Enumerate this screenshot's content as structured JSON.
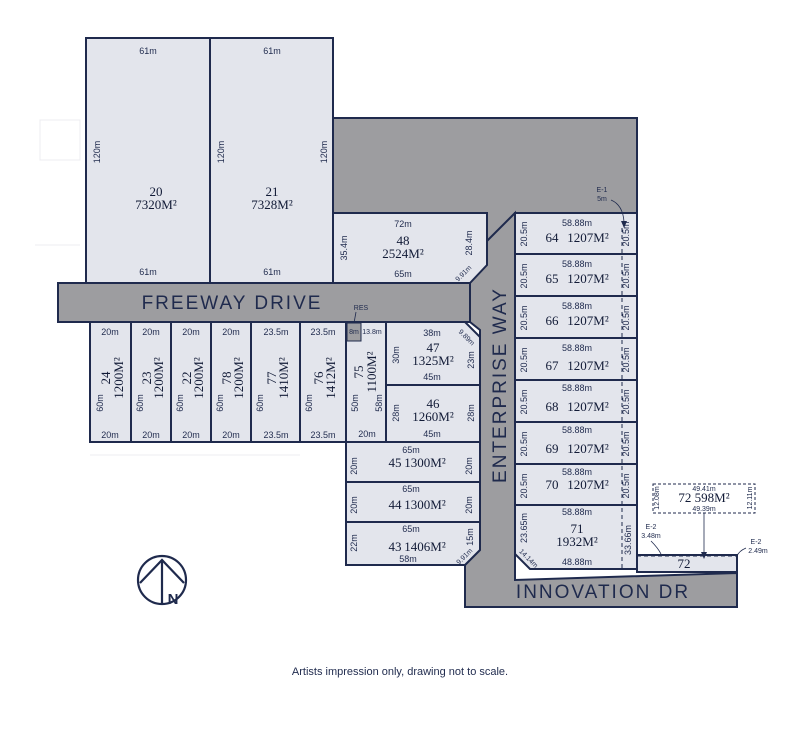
{
  "roads": {
    "freeway": "FREEWAY DRIVE",
    "enterprise": "ENTERPRISE WAY",
    "innovation": "INNOVATION DR"
  },
  "res_label": "RES",
  "north_label": "N",
  "disclaimer": "Artists impression only, drawing not to scale.",
  "lots": {
    "l20": {
      "num": "20",
      "area": "7320M²",
      "top": "61m",
      "bottom": "61m",
      "side": "120m"
    },
    "l21": {
      "num": "21",
      "area": "7328M²",
      "top": "61m",
      "bottom": "61m",
      "left": "120m",
      "right": "120m"
    },
    "l48": {
      "num": "48",
      "area": "2524M²",
      "top": "72m",
      "bottom": "65m",
      "left": "35.4m",
      "right": "28.4m",
      "corner": "9.91m"
    },
    "l24": {
      "num": "24",
      "area": "1200M²",
      "top": "20m",
      "bottom": "20m",
      "side": "60m"
    },
    "l23": {
      "num": "23",
      "area": "1200M²",
      "top": "20m",
      "bottom": "20m",
      "side": "60m"
    },
    "l22": {
      "num": "22",
      "area": "1200M²",
      "top": "20m",
      "bottom": "20m",
      "side": "60m"
    },
    "l78": {
      "num": "78",
      "area": "1200M²",
      "top": "20m",
      "bottom": "20m",
      "side": "60m"
    },
    "l77": {
      "num": "77",
      "area": "1410M²",
      "top": "23.5m",
      "bottom": "23.5m",
      "side": "60m"
    },
    "l76": {
      "num": "76",
      "area": "1412M²",
      "top": "23.5m",
      "bottom": "23.5m",
      "side": "60m"
    },
    "l75": {
      "num": "75",
      "area": "1100M²",
      "top": "13.8m",
      "bottom": "20m",
      "left": "50m",
      "right": "58m",
      "res_dim": "8m"
    },
    "l47": {
      "num": "47",
      "area": "1325M²",
      "top": "38m",
      "bottom": "45m",
      "left": "30m",
      "right": "23m",
      "corner": "9.89m"
    },
    "l46": {
      "num": "46",
      "area": "1260M²",
      "bottom": "45m",
      "left": "28m",
      "right": "28m"
    },
    "l45": {
      "num": "45",
      "area": "1300M²",
      "top": "65m",
      "left": "20m",
      "right": "20m"
    },
    "l44": {
      "num": "44",
      "area": "1300M²",
      "top": "65m",
      "left": "20m",
      "right": "20m"
    },
    "l43": {
      "num": "43",
      "area": "1406M²",
      "top": "65m",
      "bottom": "58m",
      "left": "22m",
      "right": "15m",
      "corner": "9.91m"
    },
    "l64": {
      "num": "64",
      "area": "1207M²",
      "top": "58.88m",
      "left": "20.5m",
      "right": "20.5m"
    },
    "l65": {
      "num": "65",
      "area": "1207M²",
      "top": "58.88m",
      "left": "20.5m",
      "right": "20.5m"
    },
    "l66": {
      "num": "66",
      "area": "1207M²",
      "top": "58.88m",
      "left": "20.5m",
      "right": "20.5m"
    },
    "l67": {
      "num": "67",
      "area": "1207M²",
      "top": "58.88m",
      "left": "20.5m",
      "right": "20.5m"
    },
    "l68": {
      "num": "68",
      "area": "1207M²",
      "top": "58.88m",
      "left": "20.5m",
      "right": "20.5m"
    },
    "l69": {
      "num": "69",
      "area": "1207M²",
      "top": "58.88m",
      "left": "20.5m",
      "right": "20.5m"
    },
    "l70": {
      "num": "70",
      "area": "1207M²",
      "top": "58.88m",
      "left": "20.5m",
      "right": "20.5m"
    },
    "l71": {
      "num": "71",
      "area": "1932M²",
      "top": "58.88m",
      "bottom": "48.88m",
      "left": "23.65m",
      "right": "33.66m",
      "corner": "14.14m"
    },
    "l72": {
      "num": "72",
      "inset_label": "72 598M²",
      "top": "49.41m",
      "bottom": "49.39m",
      "left": "12.08m",
      "right": "12.11m"
    }
  },
  "easements": {
    "e1": {
      "label": "E-1",
      "dim": "5m"
    },
    "e2a": {
      "label": "E-2",
      "dim": "3.48m"
    },
    "e2b": {
      "label": "E-2",
      "dim": "2.49m"
    }
  }
}
